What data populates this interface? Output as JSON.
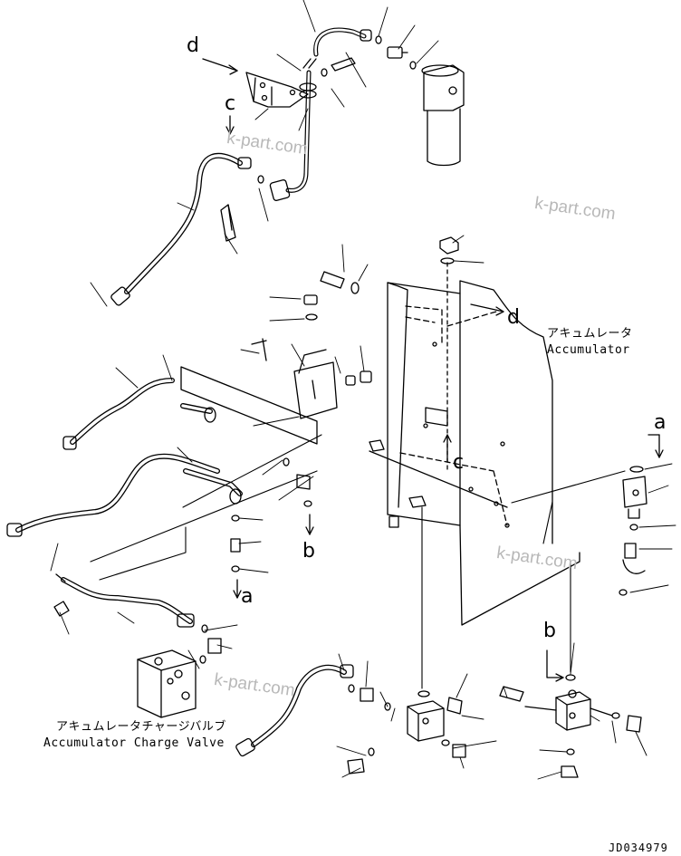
{
  "callouts": {
    "a": "a",
    "b": "b",
    "c": "c",
    "d": "d"
  },
  "captions": {
    "accumulator_jp": "アキュムレータ",
    "accumulator_en": "Accumulator",
    "charge_valve_jp": "アキュムレータチャージバルブ",
    "charge_valve_en": "Accumulator Charge Valve"
  },
  "watermark": "k-part.com",
  "drawing_code": "JD034979",
  "colors": {
    "line": "#000000",
    "watermark": "#b8b8b8",
    "background": "#ffffff"
  }
}
